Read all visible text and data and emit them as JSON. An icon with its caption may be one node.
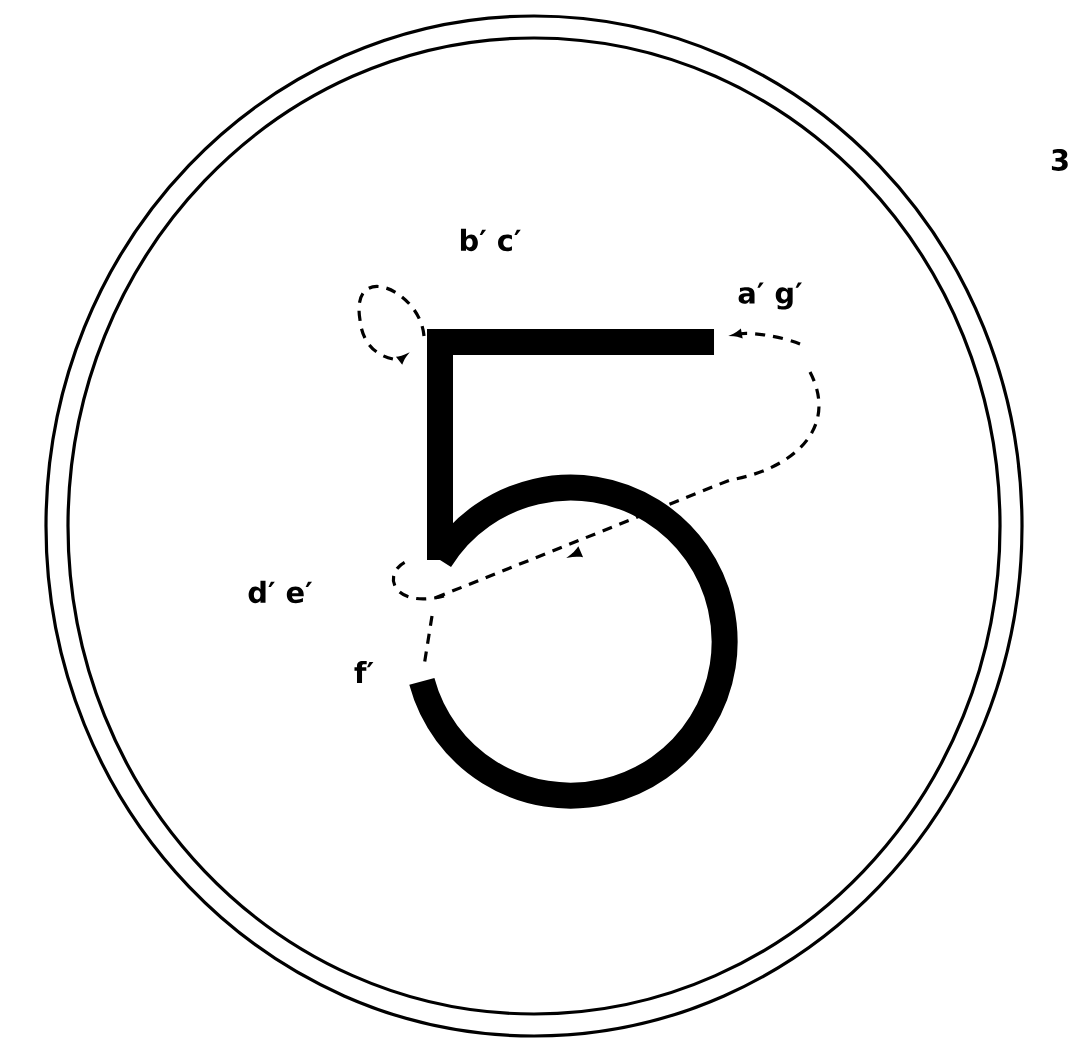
{
  "diagram": {
    "labels": [
      "3",
      "b′ c′",
      "a′ g′",
      "d′ e′",
      "f′"
    ]
  }
}
